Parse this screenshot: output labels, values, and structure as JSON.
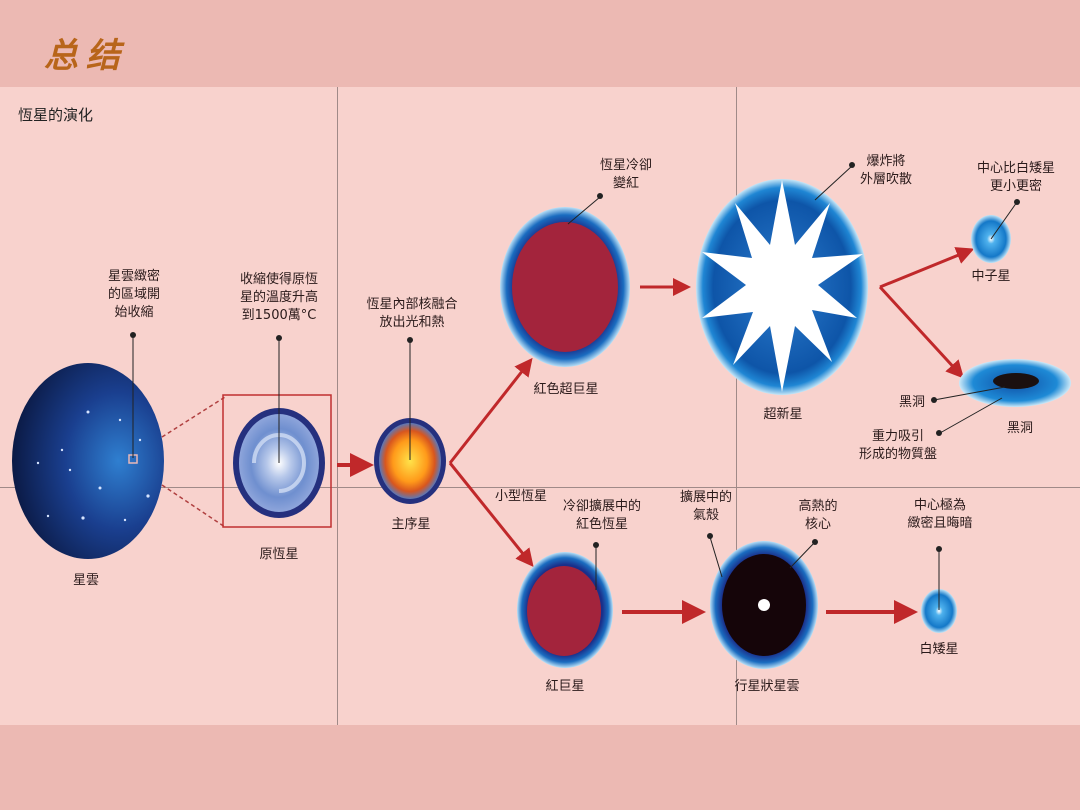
{
  "header": {
    "title": "总结"
  },
  "diagram": {
    "subtitle": "恆星的演化",
    "stages": {
      "nebula": {
        "name": "星雲",
        "note": "星雲緻密\n的區域開\n始收縮"
      },
      "protostar": {
        "name": "原恆星",
        "note": "收縮使得原恆\n星的溫度升高\n到1500萬°C"
      },
      "main_sequence": {
        "name": "主序星",
        "note": "恆星內部核融合\n放出光和熱"
      },
      "red_supergiant": {
        "name": "紅色超巨星",
        "note": "恆星冷卻\n變紅"
      },
      "supernova": {
        "name": "超新星",
        "note": "爆炸將\n外層吹散"
      },
      "neutron_star": {
        "name": "中子星",
        "note": "中心比白矮星\n更小更密"
      },
      "black_hole": {
        "name": "黑洞",
        "note_core": "黑洞",
        "note_disk": "重力吸引\n形成的物質盤"
      },
      "small_star_branch": {
        "name": "小型恆星"
      },
      "red_giant": {
        "name": "紅巨星",
        "note": "冷卻擴展中的\n紅色恆星"
      },
      "planetary_nebula": {
        "name": "行星狀星雲",
        "note_shell": "擴展中的\n氣殼",
        "note_core": "高熱的\n核心"
      },
      "white_dwarf": {
        "name": "白矮星",
        "note": "中心極為\n緻密且晦暗"
      }
    },
    "colors": {
      "arrow": "#c0282a",
      "title": "#b8651a",
      "panel_bg": "#f8d2cd",
      "frame_bg": "#ecb9b3",
      "red_star": "#a3243c",
      "blue_halo": "#1565b5"
    }
  }
}
